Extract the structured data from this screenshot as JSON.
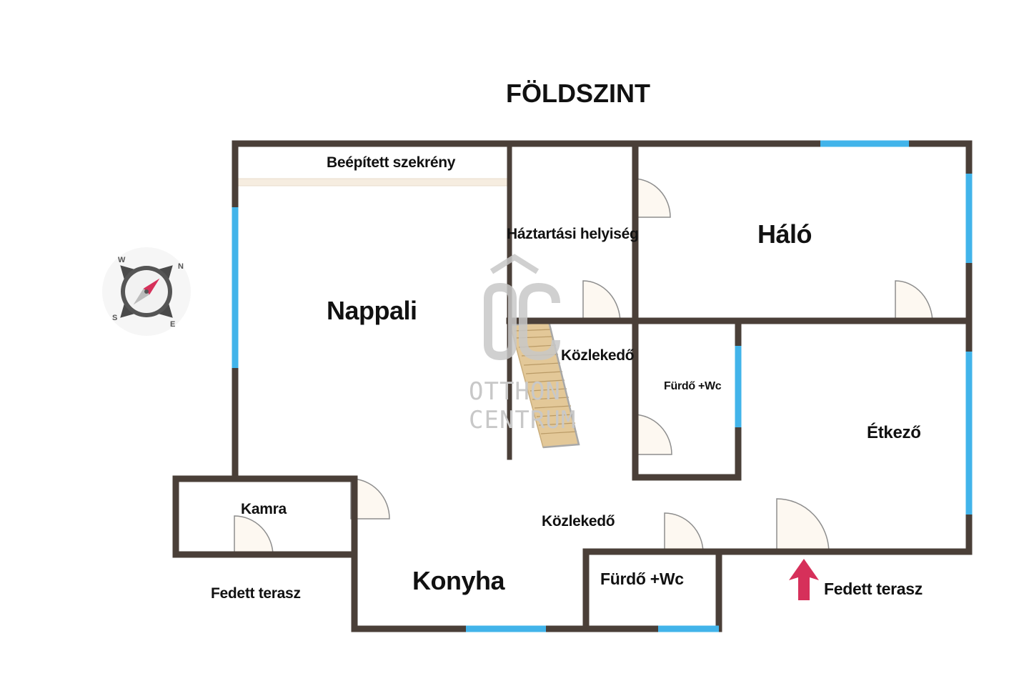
{
  "title": "FÖLDSZINT",
  "rooms": {
    "nappali": "Nappali",
    "beepitett_szekreny": "Beépített szekrény",
    "haztartasi_helyiseg": "Háztartási helyiség",
    "halo": "Háló",
    "kozlekedo_upper": "Közlekedő",
    "furdo_wc_small": "Fürdő +Wc",
    "etkezo": "Étkező",
    "kamra": "Kamra",
    "kozlekedo_lower": "Közlekedő",
    "konyha": "Konyha",
    "furdo_wc_bottom": "Fürdő +Wc",
    "fedett_terasz_left": "Fedett terasz",
    "fedett_terasz_right": "Fedett terasz"
  },
  "watermark": {
    "logo": "OC",
    "line1": "OTTHON",
    "line2": "CENTRUM"
  },
  "compass": {
    "letters": [
      "W",
      "N",
      "S",
      "E"
    ]
  },
  "colors": {
    "wall": "#4a3f38",
    "window": "#42b4ea",
    "door_fill": "#fdf8f1",
    "wardrobe": "#f6ede0",
    "stairs": "#e3c898",
    "entrance_arrow": "#d6305a",
    "compass_needle": "#d6305a"
  }
}
